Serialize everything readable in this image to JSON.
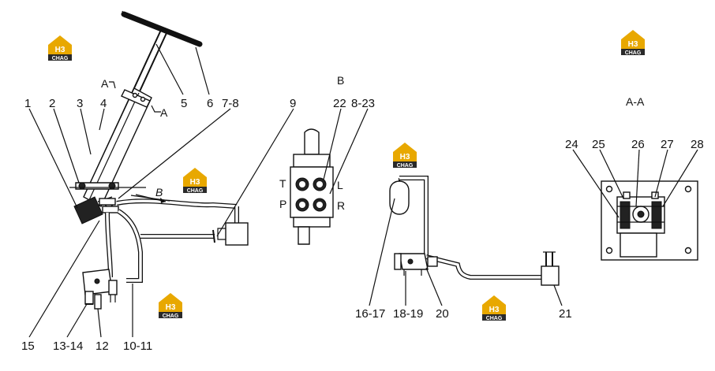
{
  "view_labels": {
    "section_b": "B",
    "section_aa": "A-A",
    "section_mark_a": "A",
    "view_mark_b": "B"
  },
  "port_labels": {
    "t": "T",
    "l": "L",
    "p": "P",
    "r": "R"
  },
  "callouts": {
    "c1": "1",
    "c2": "2",
    "c3": "3",
    "c4": "4",
    "c5": "5",
    "c6": "6",
    "c7_8": "7-8",
    "c9": "9",
    "c22": "22",
    "c8_23": "8-23",
    "c15": "15",
    "c13_14": "13-14",
    "c12": "12",
    "c10_11": "10-11",
    "c16_17": "16-17",
    "c18_19": "18-19",
    "c20": "20",
    "c21": "21",
    "c24": "24",
    "c25": "25",
    "c26": "26",
    "c27": "27",
    "c28": "28"
  },
  "watermark": {
    "mark": "H3",
    "brand": "CHAG"
  }
}
